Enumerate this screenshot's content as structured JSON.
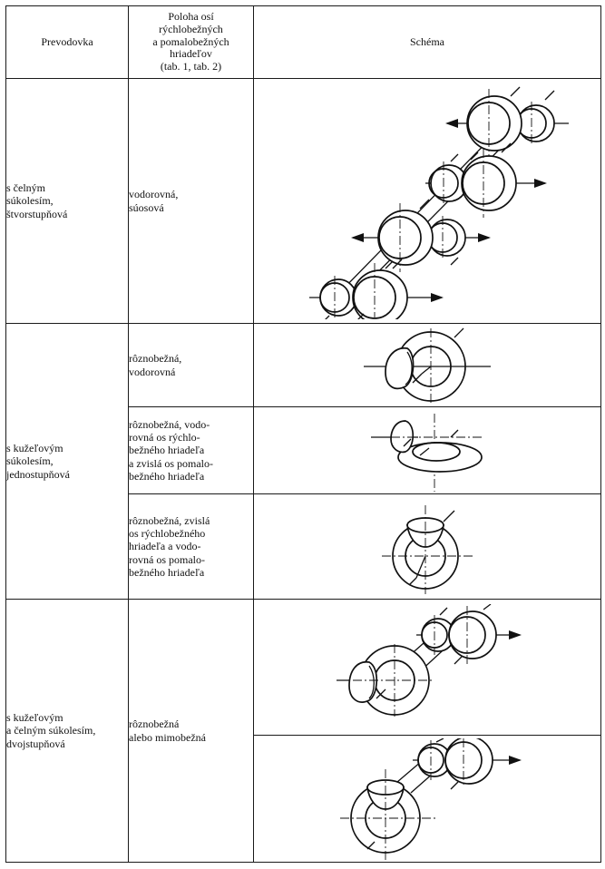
{
  "table": {
    "headers": {
      "col1": "Prevodovka",
      "col2": "Poloha osí\nrýchlobežných\na pomalobežných\nhriadeľov\n(tab. 1, tab. 2)",
      "col3": "Schéma"
    },
    "groups": [
      {
        "name": "s čelným\nsúkolesím,\nštvorstupňová",
        "rows": [
          {
            "position": "vodorovná,\nsúosová",
            "schema_icon": "spur-gear-four-stage-schema-icon"
          }
        ]
      },
      {
        "name": "s kužeľovým\nsúkolesím,\njednostupňová",
        "rows": [
          {
            "position": "rôznobežná,\nvodorovná",
            "schema_icon": "bevel-gear-horizontal-schema-icon"
          },
          {
            "position": "rôznobežná, vodo-\nrovná os rýchlo-\nbežného hriadeľa\na zvislá os pomalo-\nbežného hriadeľa",
            "schema_icon": "bevel-gear-horizontal-vertical-schema-icon"
          },
          {
            "position": "rôznobežná, zvislá\nos rýchlobežného\nhriadeľa a vodo-\nrovná os pomalo-\nbežného hriadeľa",
            "schema_icon": "bevel-gear-vertical-horizontal-schema-icon"
          }
        ]
      },
      {
        "name": "s kužeľovým\na čelným súkolesím,\ndvojstupňová",
        "position": "rôznobežná\nalebo mimobežná",
        "rows": [
          {
            "schema_icon": "bevel-spur-two-stage-horizontal-schema-icon"
          },
          {
            "schema_icon": "bevel-spur-two-stage-vertical-schema-icon"
          }
        ]
      }
    ]
  }
}
